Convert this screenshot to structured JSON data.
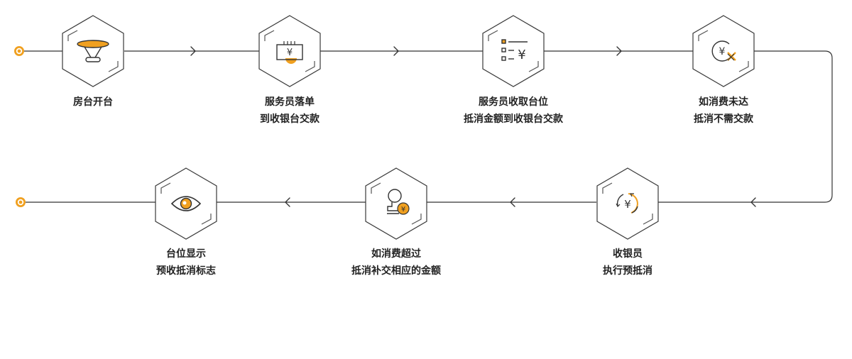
{
  "colors": {
    "accent": "#f0a020",
    "line": "#333333",
    "hex_stroke": "#3a3a3a"
  },
  "steps": [
    {
      "id": "s1",
      "icon": "table-icon",
      "lines": [
        "房台开台"
      ]
    },
    {
      "id": "s2",
      "icon": "receipt-yen-icon",
      "lines": [
        "服务员落单",
        "到收银台交款"
      ]
    },
    {
      "id": "s3",
      "icon": "yen-list-icon",
      "lines": [
        "服务员收取台位",
        "抵消金额到收银台交款"
      ]
    },
    {
      "id": "s4",
      "icon": "yen-cancel-icon",
      "lines": [
        "如消费未达",
        "抵消不需交款"
      ]
    },
    {
      "id": "s5",
      "icon": "yen-refresh-icon",
      "lines": [
        "收银员",
        "执行预抵消"
      ]
    },
    {
      "id": "s6",
      "icon": "person-yen-icon",
      "lines": [
        "如消费超过",
        "抵消补交相应的金额"
      ]
    },
    {
      "id": "s7",
      "icon": "eye-icon",
      "lines": [
        "台位显示",
        "预收抵消标志"
      ]
    }
  ]
}
